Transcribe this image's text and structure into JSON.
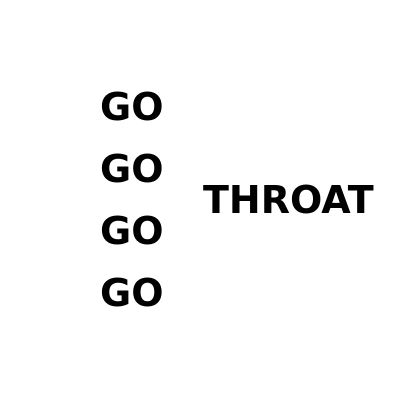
{
  "words": {
    "go_lines": [
      "GO",
      "GO",
      "GO",
      "GO"
    ],
    "right_word": "THROAT"
  },
  "colors": {
    "background": "#ffffff",
    "text": "#000000"
  }
}
